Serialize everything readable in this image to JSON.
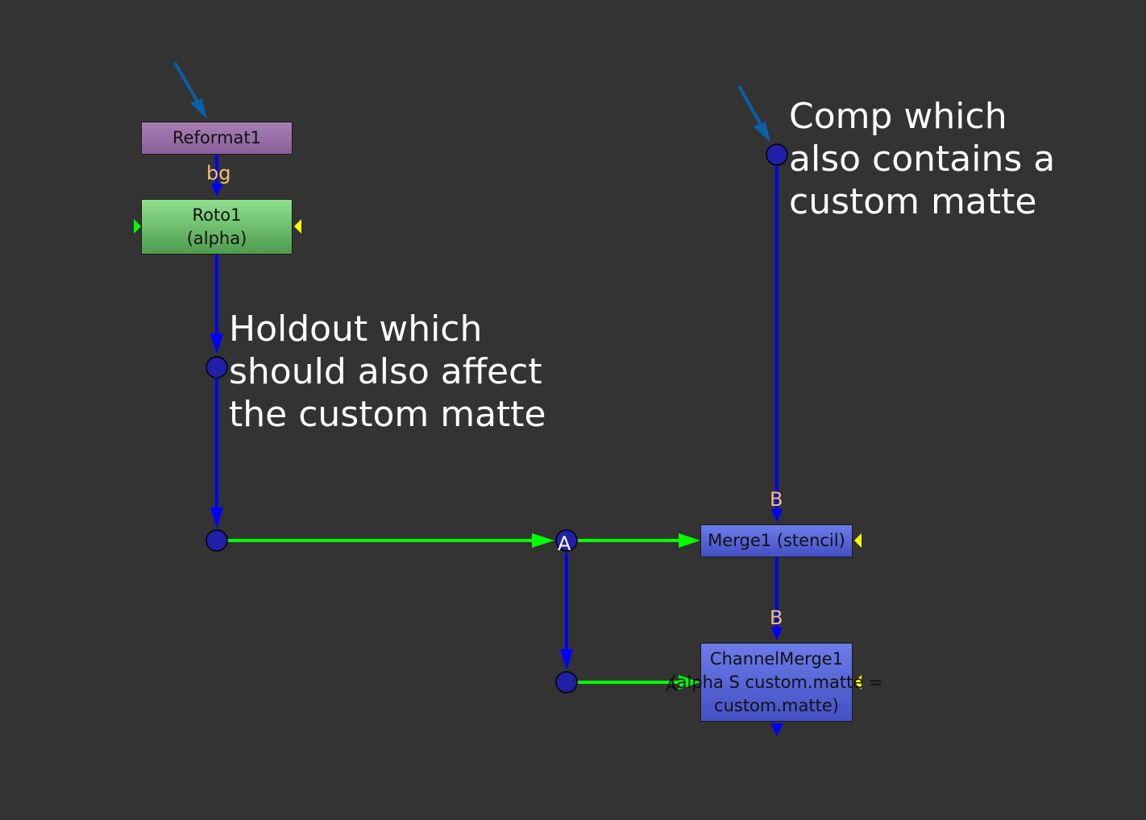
{
  "nodes": {
    "reformat": {
      "name": "Reformat1"
    },
    "roto": {
      "name": "Roto1",
      "channel": "(alpha)"
    },
    "merge": {
      "name": "Merge1 (stencil)"
    },
    "channel_merge": {
      "line1": "ChannelMerge1",
      "line2": "(alpha S custom.matte =",
      "line3": "custom.matte)"
    }
  },
  "inputs": {
    "roto_bg": "bg",
    "merge_b": "B",
    "merge_a": "A",
    "channel_merge_b": "B",
    "channel_merge_a": "A"
  },
  "notes": {
    "holdout": [
      "Holdout which",
      "should also affect",
      "the custom matte"
    ],
    "comp": [
      "Comp which",
      "also contains a",
      "custom matte"
    ]
  },
  "colors": {
    "background": "#333333",
    "pipe_b": "#0000ff",
    "pipe_a": "#00ff00",
    "annotation_arrow": "#0a5fa8",
    "dot": "#2020a8",
    "mask_arrow": "#ffff00",
    "input_label": "#f0c070"
  }
}
